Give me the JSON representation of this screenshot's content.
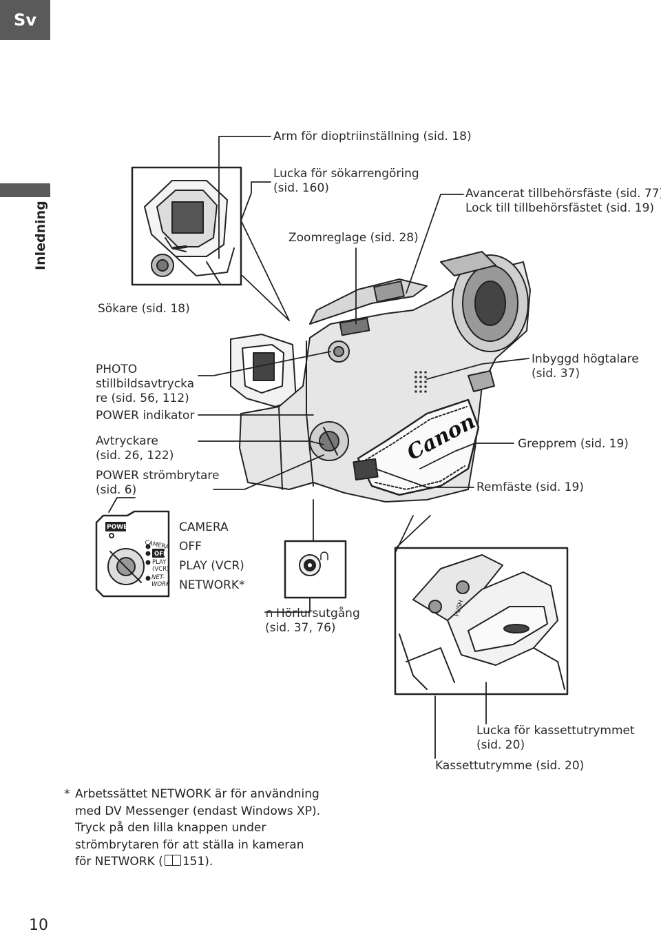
{
  "header": {
    "language_tab": "Sv",
    "section_tab": "Inledning"
  },
  "labels": {
    "diopter": "Arm för dioptriinställning (sid. 18)",
    "eyecup_cleaning_1": "Lucka för sökarrengöring",
    "eyecup_cleaning_2": "(sid. 160)",
    "accessory_shoe_1": "Avancerat tillbehörsfäste (sid. 77)",
    "accessory_shoe_2": "Lock till tillbehörsfästet (sid. 19)",
    "zoom": "Zoomreglage (sid. 28)",
    "viewfinder": "Sökare (sid. 18)",
    "photo_1": "PHOTO",
    "photo_2": "stillbildsavtrycka",
    "photo_3": "re (sid. 56, 112)",
    "power_indicator": "POWER indikator",
    "shutter_1": "Avtryckare",
    "shutter_2": "(sid. 26, 122)",
    "power_switch_1": "POWER strömbrytare",
    "power_switch_2": "(sid. 6)",
    "speaker_1": "Inbyggd högtalare",
    "speaker_2": "(sid. 37)",
    "grip_belt": "Grepprem (sid. 19)",
    "strap_mount": "Remfäste (sid. 19)",
    "headphone_1": "Hörlursutgång",
    "headphone_2": "(sid. 37, 76)",
    "cassette_cover_1": "Lucka för kassettutrymmet",
    "cassette_cover_2": "(sid. 20)",
    "cassette_compartment": "Kassettutrymme (sid. 20)"
  },
  "power_modes": [
    "CAMERA",
    "OFF",
    "PLAY (VCR)",
    "NETWORK*"
  ],
  "dial_labels": {
    "power": "POWER",
    "camera": "CAMERA",
    "off": "OFF",
    "play": "PLAY",
    "vcr": "(VCR)",
    "net": "NET-",
    "work": "WORK"
  },
  "camera_brand": "Canon",
  "push_label": "PUSH",
  "footnote": {
    "star": "*",
    "line1": "Arbetssättet NETWORK är för användning",
    "line2": "med DV Messenger (endast Windows XP).",
    "line3": "Tryck på den lilla knappen under",
    "line4": "strömbrytaren för att ställa in kameran",
    "line5_pre": "för NETWORK (",
    "line5_post": "151)."
  },
  "page_number": "10"
}
